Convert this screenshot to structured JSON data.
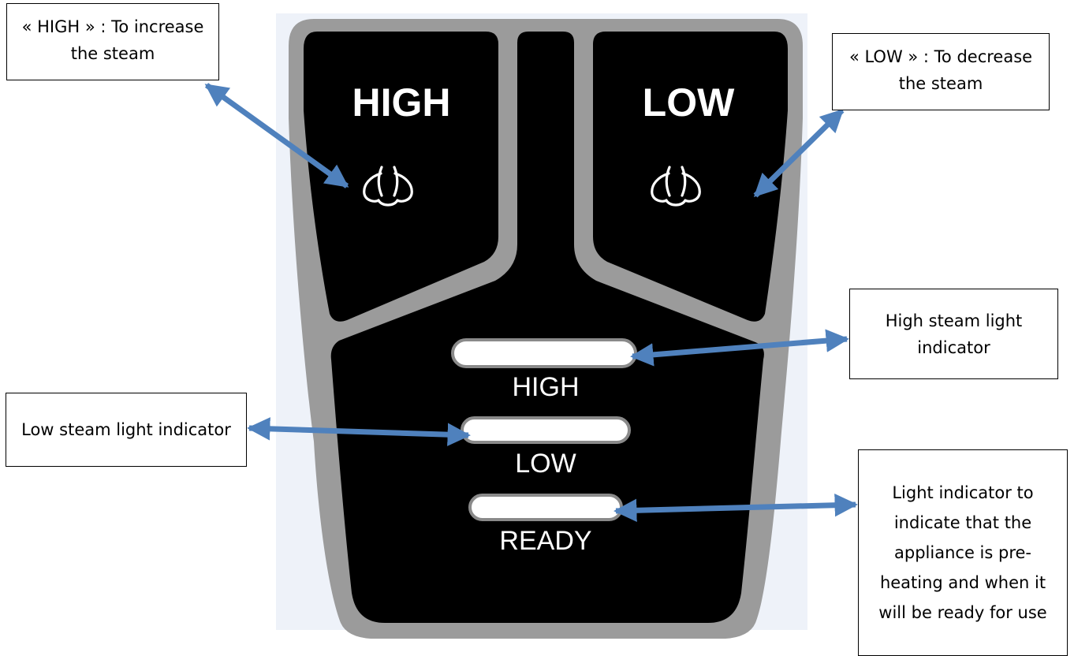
{
  "panel": {
    "button_high_label": "HIGH",
    "button_low_label": "LOW",
    "indicator_high_label": "HIGH",
    "indicator_low_label": "LOW",
    "indicator_ready_label": "READY",
    "steam_icon": "steam-icon"
  },
  "callouts": {
    "high_button": "« HIGH » : To increase the steam",
    "low_button": "« LOW » : To decrease the steam",
    "high_light": "High steam light indicator",
    "low_light": "Low steam light indicator",
    "ready_light": "Light indicator to indicate that the appliance is pre-heating and when it will be ready for use"
  },
  "colors": {
    "background_panel": "#eef2f9",
    "bezel": "#9b9b9b",
    "face": "#000000",
    "arrow": "#4f81bd",
    "light_fill": "#ffffff",
    "light_rim": "#8a8a8a"
  }
}
